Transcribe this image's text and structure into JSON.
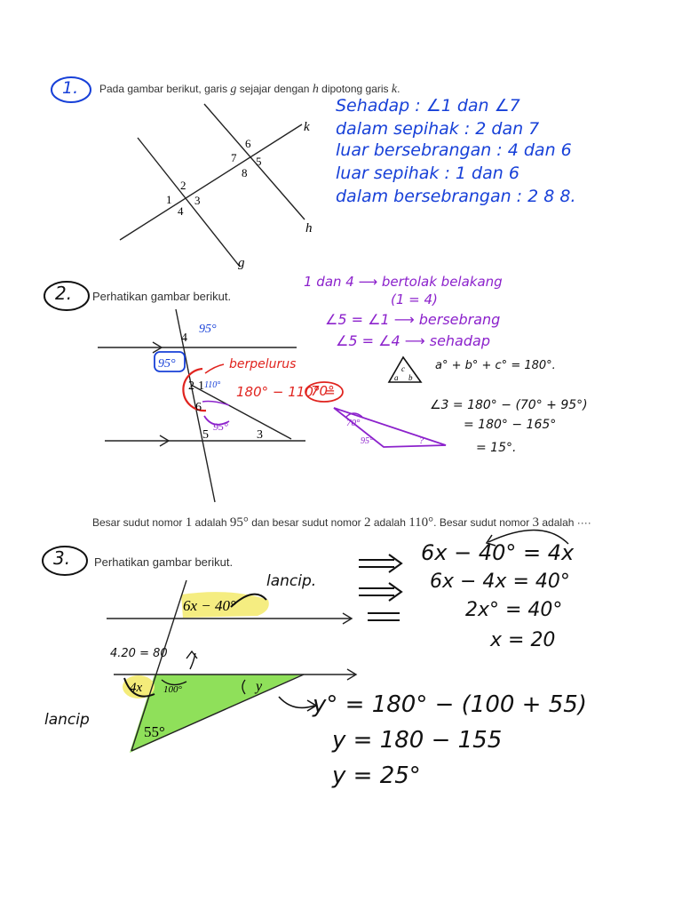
{
  "problem1": {
    "circled_number": "1.",
    "statement_prefix": "Pada gambar berikut, garis ",
    "var_g": "g",
    "statement_mid1": " sejajar dengan ",
    "var_h": "h",
    "statement_mid2": " dipotong garis ",
    "var_k": "k",
    "statement_end": ".",
    "figure": {
      "line_labels": [
        "k",
        "h",
        "g"
      ],
      "angle_labels": [
        "1",
        "2",
        "3",
        "4",
        "5",
        "6",
        "7",
        "8"
      ]
    },
    "answers": [
      "Sehadap : ∠1 dan ∠7",
      "dalam sepihak : 2 dan 7",
      "luar bersebrangan : 4 dan 6",
      "luar sepihak : 1 dan 6",
      "dalam bersebrangan : 2 8 8."
    ]
  },
  "problem2": {
    "circled_number": "2.",
    "statement": "Perhatikan gambar berikut.",
    "figure": {
      "angle_labels": [
        "4",
        "2",
        "1",
        "6",
        "5",
        "3"
      ],
      "annotations": {
        "top_right": "95°",
        "boxed_left": "95°",
        "one_angle": "110°",
        "angle5": "95°",
        "berpelurus": "berpelurus",
        "calc": "180° − 110° =",
        "calc_result": "70°"
      }
    },
    "notes": {
      "line1": "1 dan 4 ⟶ bertolak belakang",
      "line1b": "(1 = 4)",
      "line2": "∠5 = ∠1 ⟶ bersebrang",
      "line3": "∠5 = ∠4 ⟶ sehadap",
      "triangle_sum": "a° + b° + c° = 180°.",
      "triangle_labels": [
        "c",
        "a",
        "b"
      ],
      "small_triangle_labels": [
        "70°",
        "95°",
        "?"
      ],
      "calc1": "∠3 = 180° − (70° + 95°)",
      "calc2": "= 180° − 165°",
      "calc3": "= 15°."
    },
    "question_parts": [
      {
        "text": "Besar sudut nomor "
      },
      {
        "text": "1",
        "num": true
      },
      {
        "text": " adalah "
      },
      {
        "text": "95°",
        "num": true
      },
      {
        "text": " dan besar sudut nomor "
      },
      {
        "text": "2",
        "num": true
      },
      {
        "text": " adalah "
      },
      {
        "text": "110°",
        "num": true
      },
      {
        "text": ". Besar sudut nomor "
      },
      {
        "text": "3",
        "num": true
      },
      {
        "text": " adalah ····"
      }
    ]
  },
  "problem3": {
    "circled_number": "3.",
    "statement": "Perhatikan gambar berikut.",
    "figure": {
      "top_angle": "6x − 40°",
      "left_angle": "4x",
      "mid_angle": "100°",
      "bottom_angle": "55°",
      "right_angle": "y",
      "label_lancip_top": "lancip.",
      "label_lancip_left": "lancip",
      "label_calc_left": "4.20 = 80"
    },
    "steps_x": [
      "6x − 40° = 4x",
      "6x − 4x = 40°",
      "2x° = 40°",
      "x = 20"
    ],
    "steps_y": [
      "y° = 180° − (100 + 55)",
      "y = 180 − 155",
      "y = 25°"
    ]
  },
  "colors": {
    "ink_blue": "#1740d8",
    "ink_purple": "#8c22cc",
    "ink_red": "#e0241f",
    "highlight_yellow": "#f4ec7a",
    "highlight_green": "#8fe05a"
  }
}
